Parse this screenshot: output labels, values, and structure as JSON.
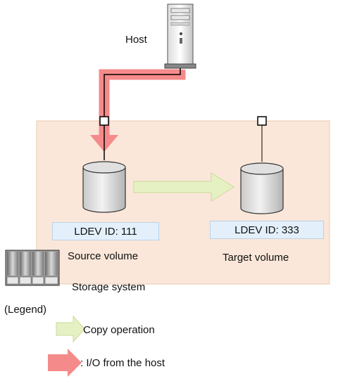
{
  "host": {
    "label": "Host"
  },
  "source": {
    "ldev": "LDEV ID: 111",
    "label": "Source volume"
  },
  "target": {
    "ldev": "LDEV ID: 333",
    "label": "Target volume"
  },
  "storage": {
    "label": "Storage system"
  },
  "legend": {
    "title": "(Legend)",
    "copy": "Copy operation",
    "io": ": I/O from the host"
  },
  "colors": {
    "storage_bg": "#fae7d9",
    "io_arrow": "#f58a8a",
    "copy_arrow": "#e6f1c3"
  }
}
